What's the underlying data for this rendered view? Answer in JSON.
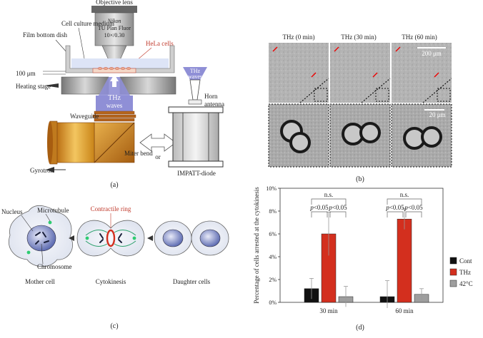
{
  "panel_a": {
    "label": "(a)",
    "objective_lens": "Objective lens",
    "lens_brand": "Nikon",
    "lens_model": "TU Plan Fluor",
    "lens_spec": "10×/0.30",
    "cell_culture_medium": "Cell culture medium",
    "film_bottom_dish": "Film bottom dish",
    "hela_cells": "HeLa cells",
    "thickness": "100 μm",
    "heating_stage": "Heating stage",
    "thz_line1": "THz",
    "thz_line2": "waves",
    "waveguide": "Waveguide",
    "miter_bend": "Miter bend",
    "gyrotron": "Gyrotron",
    "or": "or",
    "horn_thz1": "THz",
    "horn_thz2": "waves",
    "horn_antenna1": "Horn",
    "horn_antenna2": "antenna",
    "impatt": "IMPATT-diode",
    "accent_color": "#c0392b",
    "thz_color": "#8f8fd6"
  },
  "panel_b": {
    "label": "(b)",
    "headers": [
      "THz (0 min)",
      "THz (30 min)",
      "THz (60 min)"
    ],
    "scale_top": "200 μm",
    "scale_bottom": "20 μm"
  },
  "panel_c": {
    "label": "(c)",
    "nucleus": "Nucleus",
    "microtubule": "Microtubule",
    "chromosome": "Chromosome",
    "contractile_ring": "Contractile ring",
    "mother_cell": "Mother cell",
    "cytokinesis": "Cytokinesis",
    "daughter_cells": "Daughter cells"
  },
  "panel_d": {
    "label": "(d)",
    "sig_ns": "n.s.",
    "sig_p_prefix": "p",
    "sig_p_suffix": "<0.05",
    "legend_position": "right",
    "chart_data": {
      "type": "bar",
      "categories": [
        "30 min",
        "60 min"
      ],
      "ylabel": "Percentage of cells arrested at the cytokinesis",
      "ylim": [
        0,
        10
      ],
      "yticks": [
        "0%",
        "2%",
        "4%",
        "6%",
        "8%",
        "10%"
      ],
      "series": [
        {
          "name": "Cont",
          "color": "#111111",
          "values": [
            1.2,
            0.5
          ],
          "err": [
            0.9,
            1.4
          ]
        },
        {
          "name": "THz",
          "color": "#d32f1e",
          "values": [
            6.0,
            7.3
          ],
          "err": [
            1.9,
            0.9
          ]
        },
        {
          "name": "42°C",
          "color": "#9e9e9e",
          "values": [
            0.5,
            0.7
          ],
          "err": [
            0.9,
            0.5
          ]
        }
      ]
    }
  }
}
